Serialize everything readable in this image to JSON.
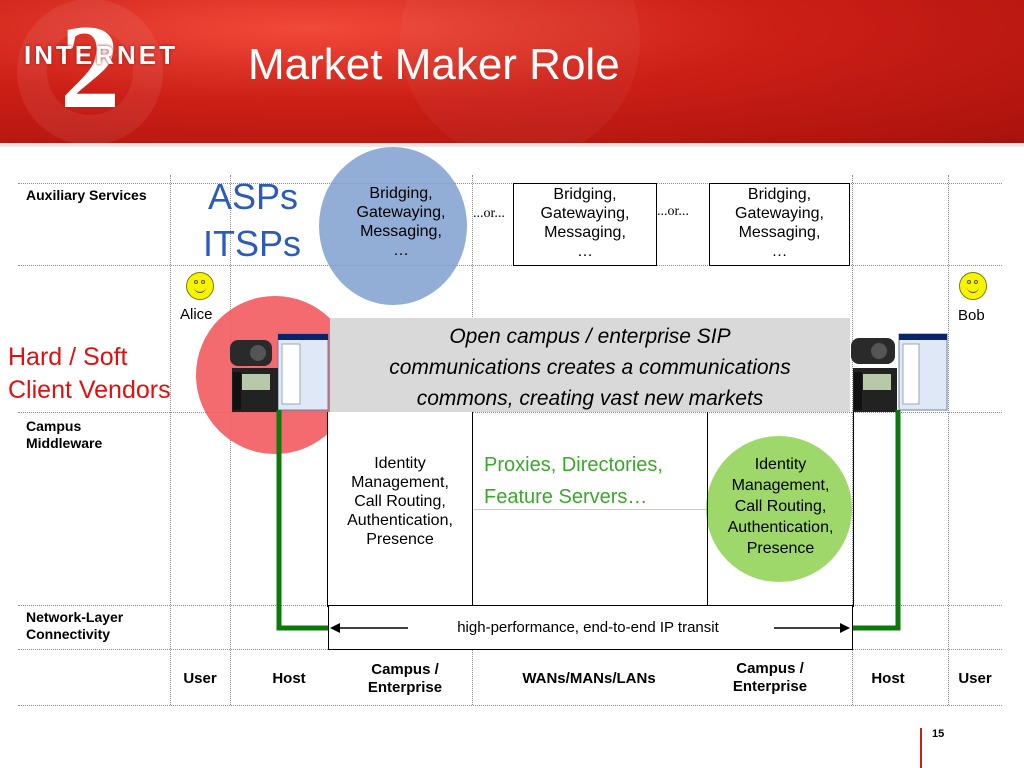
{
  "header": {
    "logo_text": "INTERNET",
    "logo_mark": "2",
    "title": "Market Maker Role"
  },
  "rows": {
    "auxiliary": "Auxiliary Services",
    "campus_middleware": "Campus Middleware",
    "network_layer": "Network-Layer Connectivity"
  },
  "left_callouts": {
    "asps": "ASPs",
    "itsps": "ITSPs",
    "vendors_line1": "Hard / Soft",
    "vendors_line2": "Client Vendors"
  },
  "aux_boxes": [
    {
      "line1": "Bridging,",
      "line2": "Gatewaying,",
      "line3": "Messaging,",
      "line4": "…"
    },
    {
      "line1": "Bridging,",
      "line2": "Gatewaying,",
      "line3": "Messaging,",
      "line4": "…"
    },
    {
      "line1": "Bridging,",
      "line2": "Gatewaying,",
      "line3": "Messaging,",
      "line4": "…"
    }
  ],
  "or_labels": [
    "...or...",
    "...or..."
  ],
  "users": {
    "left": "Alice",
    "right": "Bob"
  },
  "commons": {
    "line1": "Open campus / enterprise SIP",
    "line2": "communications creates a communications",
    "line3": "commons, creating vast new markets"
  },
  "middleware_boxes": [
    {
      "line1": "Identity",
      "line2": "Management,",
      "line3": "Call Routing,",
      "line4": "Authentication,",
      "line5": "Presence"
    },
    {
      "line1": "Identity",
      "line2": "Management,",
      "line3": "Call Routing,",
      "line4": "Authentication,",
      "line5": "Presence"
    }
  ],
  "proxies": {
    "line1": "Proxies, Directories,",
    "line2": "Feature Servers…"
  },
  "transit": "high-performance, end-to-end IP transit",
  "columns": [
    "User",
    "Host",
    "Campus /",
    "Enterprise",
    "WANs/MANs/LANs",
    "Campus /",
    "Enterprise",
    "Host",
    "User"
  ],
  "page_number": "15",
  "colors": {
    "header_red": "#cc1f16",
    "asp_circle": "#7f9fcf",
    "vendor_circle": "#f25a5f",
    "presence_circle": "#9ed86a",
    "green_text": "#3aa82a",
    "green_line": "#0a7a0a",
    "blue_text": "#2a5cb8",
    "red_text": "#e01010",
    "commons_bg": "#d9d9d9"
  }
}
